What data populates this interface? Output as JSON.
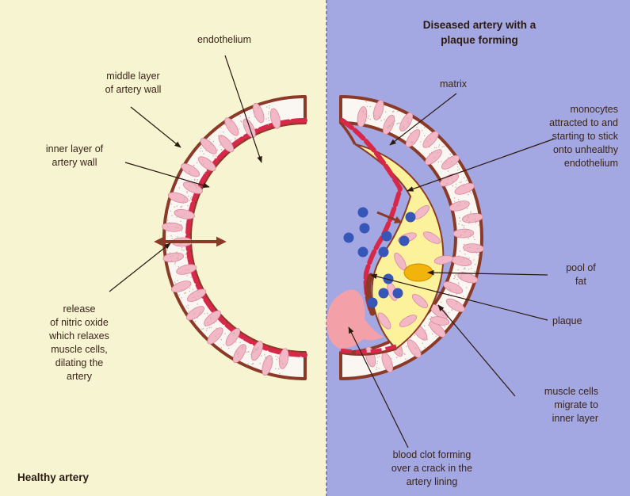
{
  "left_panel": {
    "labels": {
      "endothelium": "endothelium",
      "middle_layer": "middle layer\nof artery wall",
      "inner_layer": "inner layer of\nartery wall",
      "release": "release\nof nitric oxide\nwhich relaxes\nmuscle cells,\ndilating the\nartery"
    },
    "footer": "Healthy artery"
  },
  "right_panel": {
    "title": "Diseased artery with a\nplaque forming",
    "labels": {
      "matrix": "matrix",
      "monocytes": "monocytes\nattracted to and\nstarting to stick\nonto unhealthy\nendothelium",
      "pool_of_fat": "pool of\nfat",
      "plaque": "plaque",
      "muscle_cells": "muscle cells\nmigrate to\ninner layer",
      "blood_clot": "blood clot forming\nover a crack in the\nartery lining"
    }
  },
  "colors": {
    "left_bg": "#f7f4d2",
    "right_bg": "#a4a8e2",
    "wall_fill": "#faf6f2",
    "wall_outline": "#8b3a28",
    "muscle_cell": "#f2b8c6",
    "endothelium": "#d8284a",
    "monocyte": "#3656b8",
    "plaque_fill": "#fdf29c",
    "fat_pool": "#f2b40a",
    "clot": "#f4a0a8",
    "arrow": "#8b3a28"
  }
}
